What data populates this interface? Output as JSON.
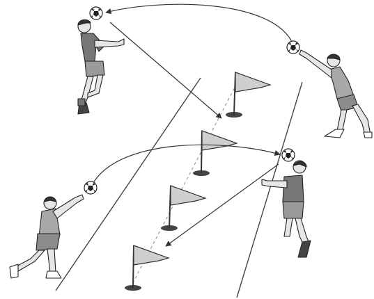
{
  "illustration": {
    "players": [
      {
        "id": "top-left",
        "role": "heading-player",
        "jersey_color": "#777777",
        "shorts_color": "#9a9a9a"
      },
      {
        "id": "top-right",
        "role": "throwing-player",
        "jersey_color": "#a8a8a8",
        "shorts_color": "#8c8c8c"
      },
      {
        "id": "bottom-right",
        "role": "heading-player",
        "jersey_color": "#777777",
        "shorts_color": "#9a9a9a"
      },
      {
        "id": "bottom-left",
        "role": "throwing-player",
        "jersey_color": "#a8a8a8",
        "shorts_color": "#8c8c8c"
      }
    ],
    "flag_count": 4,
    "ball_count": 4,
    "colors": {
      "background": "#ffffff",
      "line": "#333333",
      "flag": "#cfcfcf",
      "skin": "#e6e6e6"
    }
  }
}
